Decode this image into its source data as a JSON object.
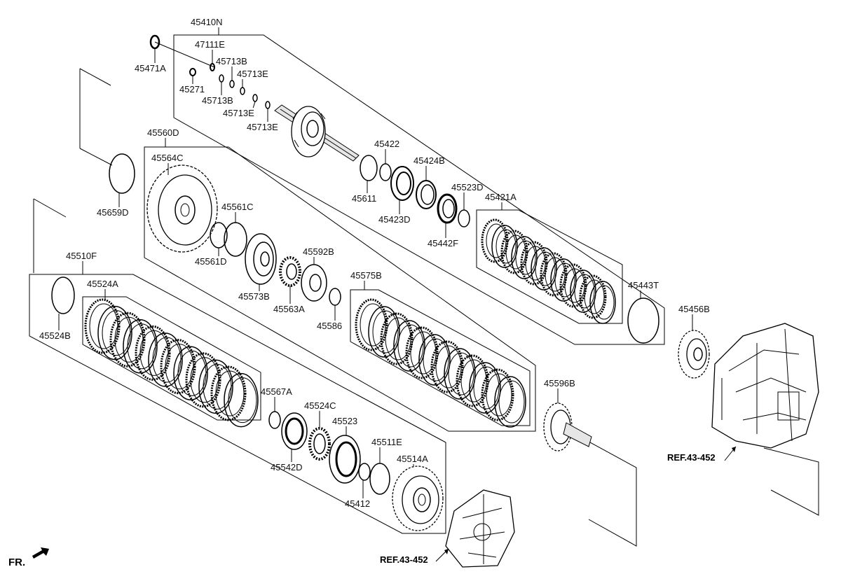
{
  "labels": {
    "p45410N": "45410N",
    "p47111E": "47111E",
    "p45713B_1": "45713B",
    "p45713E_1": "45713E",
    "p45471A": "45471A",
    "p45271": "45271",
    "p45713B_2": "45713B",
    "p45713E_2": "45713E",
    "p45713E_3": "45713E",
    "p45560D": "45560D",
    "p45564C": "45564C",
    "p45561C": "45561C",
    "p45561D": "45561D",
    "p45573B": "45573B",
    "p45563A": "45563A",
    "p45592B": "45592B",
    "p45586": "45586",
    "p45422": "45422",
    "p45424B": "45424B",
    "p45611": "45611",
    "p45423D": "45423D",
    "p45523D": "45523D",
    "p45442F": "45442F",
    "p45421A": "45421A",
    "p45443T": "45443T",
    "p45659D": "45659D",
    "p45510F": "45510F",
    "p45524A": "45524A",
    "p45524B": "45524B",
    "p45575B": "45575B",
    "p45567A": "45567A",
    "p45524C": "45524C",
    "p45523": "45523",
    "p45542D": "45542D",
    "p45511E": "45511E",
    "p45514A": "45514A",
    "p45412": "45412",
    "p45596B": "45596B",
    "p45456B": "45456B"
  },
  "refs": {
    "ref_case": "REF.43-452",
    "ref_cover": "REF.43-452"
  },
  "front_indicator": "FR."
}
